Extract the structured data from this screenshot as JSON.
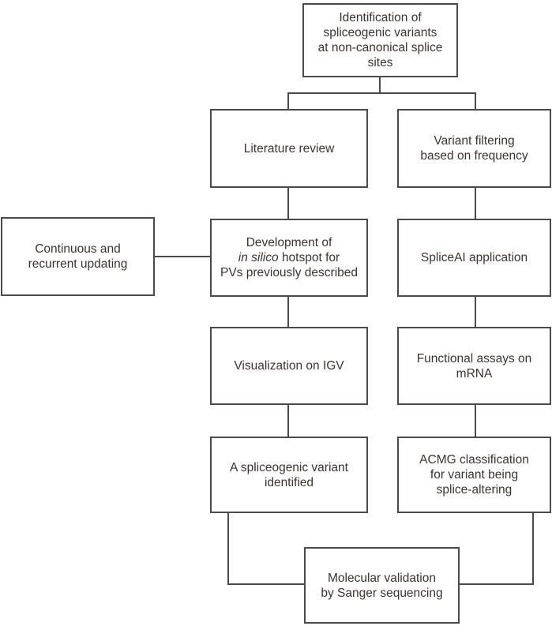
{
  "diagram": {
    "colors": {
      "border": "#4a4a4a",
      "text": "#3a3432",
      "background": "#ffffff"
    },
    "nodes": {
      "identification": {
        "lines": [
          "Identification of",
          "spliceogenic variants",
          "at non-canonical splice",
          "sites"
        ]
      },
      "literature": {
        "lines": [
          "Literature review"
        ]
      },
      "variant_filtering": {
        "lines": [
          "Variant filtering",
          "based on frequency"
        ]
      },
      "continuous_updating": {
        "lines": [
          "Continuous and",
          "recurrent updating"
        ]
      },
      "development": {
        "line1": "Development of",
        "line2_italic": "in silico",
        "line2_rest": "hotspot for",
        "line3": "PVs previously described"
      },
      "spliceai": {
        "lines": [
          "SpliceAI application"
        ]
      },
      "visualization": {
        "lines": [
          "Visualization on IGV"
        ]
      },
      "functional_assays": {
        "lines": [
          "Functional assays on",
          "mRNA"
        ]
      },
      "variant_identified": {
        "lines": [
          "A spliceogenic variant",
          "identified"
        ]
      },
      "acmg": {
        "lines": [
          "ACMG classification",
          "for variant being",
          "splice-altering"
        ]
      },
      "molecular_validation": {
        "lines": [
          "Molecular validation",
          "by Sanger sequencing"
        ]
      }
    }
  }
}
